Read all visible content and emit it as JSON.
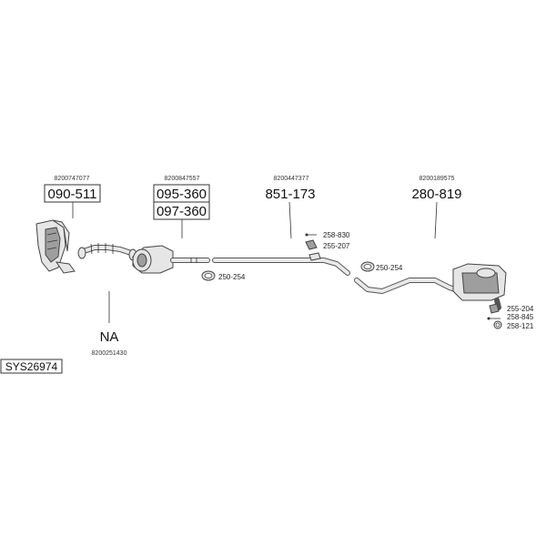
{
  "system_code": "SYS26974",
  "parts": {
    "manifold_cat": {
      "oem": "8200747077",
      "refs": [
        "090-511"
      ]
    },
    "cat_converter": {
      "oem": "8200847557",
      "refs": [
        "095-360",
        "097-360"
      ]
    },
    "middle_pipe": {
      "oem": "8200447377",
      "refs": [
        "851-173"
      ]
    },
    "rear_silencer": {
      "oem": "8200189575",
      "refs": [
        "280-819"
      ]
    },
    "flex_pipe": {
      "oem": "8200251430",
      "refs": [
        "NA"
      ]
    }
  },
  "accessories": {
    "clamp_front": "250-254",
    "clamp_rear": "250-254",
    "bolt_middle": "258-830",
    "mount_middle": "255-207",
    "mount_rear": "255-204",
    "bolt_rear": "258-845",
    "ring_rear": "258-121"
  },
  "icons": [
    "manifold-catalyst-icon",
    "flex-pipe-icon",
    "catalytic-converter-icon",
    "middle-pipe-icon",
    "rear-silencer-icon",
    "clamp-icon",
    "rubber-mount-icon",
    "bolt-icon",
    "ring-icon"
  ]
}
